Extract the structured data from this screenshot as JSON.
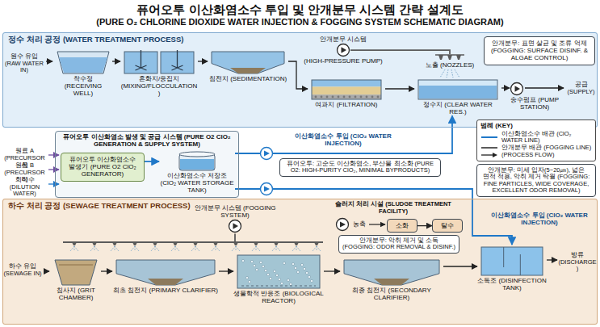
{
  "diagram": {
    "title": "퓨어오투 이산화염소수 투입 및 안개분무 시스템 간략 설계도",
    "nodes": [
      {
        "text": [
          "정수 처리 공정 (WATER TREATMENT PROCESS)"
        ]
      },
      {
        "text": [
          "착수정 (RECEIVING WELL)"
        ],
        "in": 0
      },
      {
        "text": [
          "혼화지/응집지 (MIXING/FLOCCULATION)"
        ],
        "in": 0
      },
      {
        "text": [
          "침전지 (SEDIMENTATION)"
        ],
        "in": 0
      },
      {
        "text": [
          "안개분무 시스템",
          "(HIGH-PRESSURE PUMP)"
        ],
        "in": 0
      },
      {
        "text": [
          "여과지 (FILTRATION)"
        ],
        "in": 0
      },
      {
        "text": [
          "노출 (NOZZLES)"
        ],
        "in": 0
      },
      {
        "text": [
          "안개분무: 표면 살균 및 조류 억제 (FOGGING: SURFACE DISINF. & ALGAE CONTROL)"
        ],
        "in": 0
      },
      {
        "text": [
          "정수지 (CLEAR WATER RES.)"
        ],
        "in": 0
      },
      {
        "text": [
          "송수펌프 (PUMP STATION)"
        ],
        "in": 0
      },
      {
        "text": [
          "퓨어오투 이산화염소 발생 및 공급 시스템 (PURE O2 ClO₂ GENERATION & SUPPLY SYSTEM)"
        ]
      },
      {
        "text": [
          "퓨어오투 이산화염소수 발생기 (PURE O2 ClO₂ GENERATOR)"
        ],
        "in": 10
      },
      {
        "text": [
          "이산화염소수 저장조 (ClO₂ WATER STORAGE TANK)"
        ],
        "in": 10
      },
      {
        "text": [
          "퓨어오투: 고순도 이산화염소, 부산물 최소화 (PURE O2: HIGH-PURITY ClO₂, MINIMAL BYPRODUCTS)"
        ]
      },
      {
        "text": [
          "안개분무: 미세 입자(5~20㎛), 넓은 면적 적용, 악취 제거 탁월 (FOGGING: FINE PARTICLES, WIDE COVERAGE, EXCELLENT ODOR REMOVAL)"
        ]
      },
      {
        "text": [
          "하수 처리 공정 (SEWAGE TREATMENT PROCESS)"
        ]
      },
      {
        "text": [
          "안개분무 시스템 (FOGGING SYSTEM)"
        ],
        "in": 15
      },
      {
        "text": [
          "소화"
        ],
        "in": 15
      },
      {
        "text": [
          "탈수"
        ],
        "in": 15
      },
      {
        "text": [
          "안개분무: 악취 제거 및 소독 (FOGGING: ODOR REMOVAL & DISINF.)"
        ],
        "in": 15
      },
      {
        "text": [
          "침사지 (GRIT CHAMBER)"
        ],
        "in": 15
      },
      {
        "text": [
          "최초 침전지 (PRIMARY CLARIFIER)"
        ],
        "in": 15
      },
      {
        "text": [
          "생물학적 반응조 (BIOLOGICAL REACTOR)"
        ],
        "in": 15
      },
      {
        "text": [
          "최종 침전지 (SECONDARY CLARIFIER)"
        ],
        "in": 15
      },
      {
        "text": [
          "소독조 (DISINFECTION TANK)"
        ],
        "in": 15
      }
    ],
    "edges": [
      {
        "from": 1,
        "to": 2,
        "arrow": "to"
      },
      {
        "from": 2,
        "to": 3,
        "arrow": "to"
      },
      {
        "from": 3,
        "to": 5,
        "arrow": "to"
      },
      {
        "from": 5,
        "to": 8,
        "arrow": "to"
      },
      {
        "from": 8,
        "to": 9,
        "arrow": "to"
      },
      {
        "from": 4,
        "to": 6,
        "arrow": "none"
      },
      {
        "from": 11,
        "to": 12,
        "arrow": "to"
      },
      {
        "from": 12,
        "to": 8,
        "arrow": "to"
      },
      {
        "from": 12,
        "to": 24,
        "arrow": "to"
      },
      {
        "from": 17,
        "to": 18,
        "arrow": "to"
      },
      {
        "from": 20,
        "to": 21,
        "arrow": "to"
      },
      {
        "from": 21,
        "to": 22,
        "arrow": "to"
      },
      {
        "from": 22,
        "to": 23,
        "arrow": "to"
      },
      {
        "from": 23,
        "to": 24,
        "arrow": "to"
      }
    ],
    "labels": [
      "(PURE O₂ CHLORINE DIOXIDE WATER INJECTION & FOGGING SYSTEM SCHEMATIC DIAGRAM)",
      "원수 유입 (RAW WATER IN)",
      "공급 (SUPPLY)",
      "원료 A (PRECURSOR A)",
      "원료 B (PRECURSOR B)",
      "희석수 (DILUTION WATER)",
      "이산화염소수 투입 (ClO₂ WATER INJECTION)",
      "범례 (KEY)",
      "슬러지 처리 시설 (SLUDGE TREATMENT FACILITY)",
      "농축",
      "이산화염소수 투입 (ClO₂ WATER INJECTION)",
      "하수 유입 (SEWAGE IN)",
      "방류 (DISCHARGE)"
    ],
    "legend": [
      {
        "text": "이산화염소수 배관 (ClO₂ WATER LINE)"
      },
      {
        "text": "안개분무 배관 (FOGGING LINE)"
      },
      {
        "text": "(PROCESS FLOW)"
      }
    ]
  }
}
